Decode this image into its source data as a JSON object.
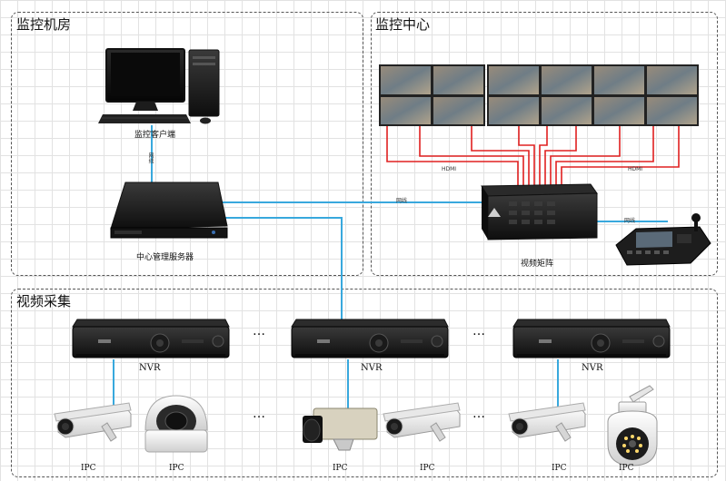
{
  "zones": {
    "machine_room": "监控机房",
    "center": "监控中心",
    "capture": "视频采集"
  },
  "labels": {
    "client": "监控客户端",
    "server": "中心管理服务器",
    "matrix": "视频矩阵",
    "hdmi_left": "HDMI",
    "hdmi_right": "HDMI",
    "net1": "网线",
    "net2": "网线",
    "net3": "网线",
    "nvr1": "NVR",
    "nvr2": "NVR",
    "nvr3": "NVR",
    "ipc1": "IPC",
    "ipc2": "IPC",
    "ipc3": "IPC",
    "ipc4": "IPC",
    "ipc5": "IPC",
    "ipc6": "IPC",
    "ellipsis": "…"
  },
  "colors": {
    "network_line": "#38a8dd",
    "hdmi_line": "#e02020",
    "device_dark": "#1a1a1a"
  },
  "icons": [
    "desktop-computer-icon",
    "rack-server-icon",
    "video-matrix-icon",
    "ptz-keyboard-icon",
    "nvr-recorder-icon",
    "bullet-camera-icon",
    "dome-camera-icon",
    "box-camera-icon",
    "speed-dome-camera-icon",
    "monitor-wall-icon"
  ]
}
